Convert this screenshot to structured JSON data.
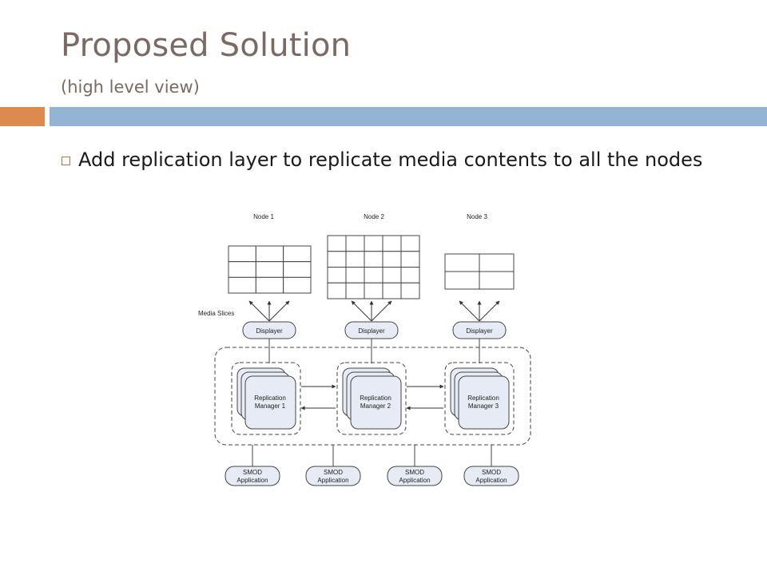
{
  "slide": {
    "title": "Proposed Solution",
    "subtitle": "(high level view)",
    "bullet": "Add replication layer to replicate media contents to all the nodes"
  },
  "diagram": {
    "media_slices_label": "Media Slices",
    "nodes": [
      {
        "label": "Node 1",
        "grid_rows": 3,
        "grid_cols": 3
      },
      {
        "label": "Node 2",
        "grid_rows": 4,
        "grid_cols": 5
      },
      {
        "label": "Node 3",
        "grid_rows": 2,
        "grid_cols": 2
      }
    ],
    "displayers": [
      "Displayer",
      "Displayer",
      "Displayer"
    ],
    "managers": [
      {
        "line1": "Replication",
        "line2": "Manager 1"
      },
      {
        "line1": "Replication",
        "line2": "Manager 2"
      },
      {
        "line1": "Replication",
        "line2": "Manager 3"
      }
    ],
    "applications": [
      {
        "line1": "SMOD",
        "line2": "Application"
      },
      {
        "line1": "SMOD",
        "line2": "Application"
      },
      {
        "line1": "SMOD",
        "line2": "Application"
      },
      {
        "line1": "SMOD",
        "line2": "Application"
      }
    ],
    "colors": {
      "box_fill": "#e6ebf5",
      "stroke": "#444444"
    }
  }
}
